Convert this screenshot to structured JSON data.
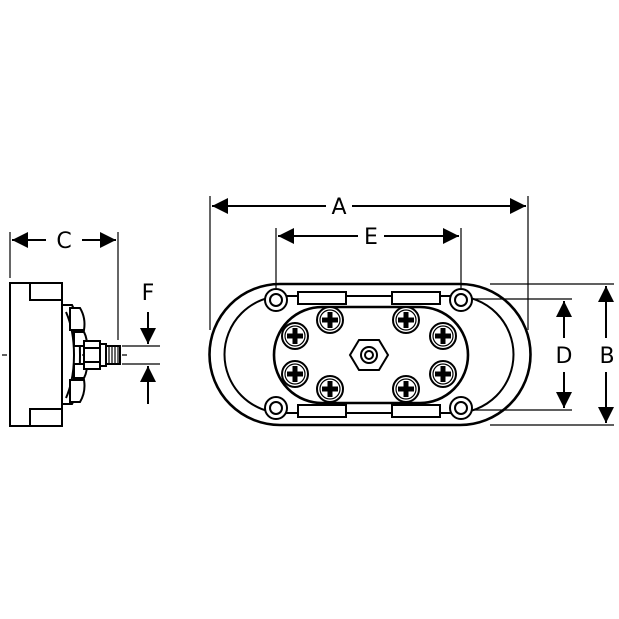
{
  "diagram": {
    "labels": {
      "A": "A",
      "B": "B",
      "C": "C",
      "D": "D",
      "E": "E",
      "F": "F"
    },
    "colors": {
      "ink": "#000000",
      "paper": "#ffffff"
    }
  }
}
